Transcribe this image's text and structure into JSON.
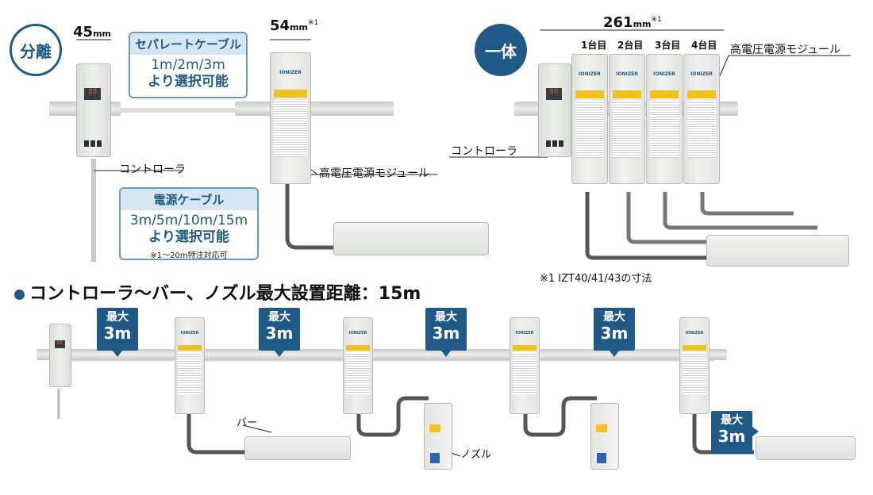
{
  "top_left": {
    "badge": "分離",
    "dim_controller": "45",
    "dim_controller_unit": "mm",
    "dim_module": "54",
    "dim_module_unit": "mm",
    "dim_module_note": "※1",
    "callout_cable": {
      "title": "セパレートケーブル",
      "line1": "1m/2m/3m",
      "line2": "より選択可能"
    },
    "callout_power": {
      "title": "電源ケーブル",
      "line1": "3m/5m/10m/15m",
      "line2": "より選択可能",
      "note": "※1～20m特注対応可"
    },
    "label_controller": "コントローラ",
    "label_module": "高電圧電源モジュール"
  },
  "top_right": {
    "badge": "一体",
    "dim_total": "261",
    "dim_total_unit": "mm",
    "dim_total_note": "※1",
    "unit_labels": [
      "1台目",
      "2台目",
      "3台目",
      "4台目"
    ],
    "label_module": "高電圧電源モジュール",
    "label_controller": "コントローラ",
    "footnote": "※1 IZT40/41/43の寸法"
  },
  "bottom": {
    "heading": "コントローラ～バー、ノズル最大設置距離：15m",
    "max_tags": [
      {
        "line1": "最大",
        "line2": "3m"
      },
      {
        "line1": "最大",
        "line2": "3m"
      },
      {
        "line1": "最大",
        "line2": "3m"
      },
      {
        "line1": "最大",
        "line2": "3m"
      },
      {
        "line1": "最大",
        "line2": "3m"
      }
    ],
    "label_bar": "バー",
    "label_nozzle": "ノズル"
  },
  "device_text": {
    "module_title": "IONIZER",
    "display": "88"
  },
  "colors": {
    "accent": "#1f5a86",
    "callout_border": "#6d97bd",
    "callout_header": "#d7e6f3",
    "cable": "#555555",
    "warning": "#f2c21c"
  }
}
